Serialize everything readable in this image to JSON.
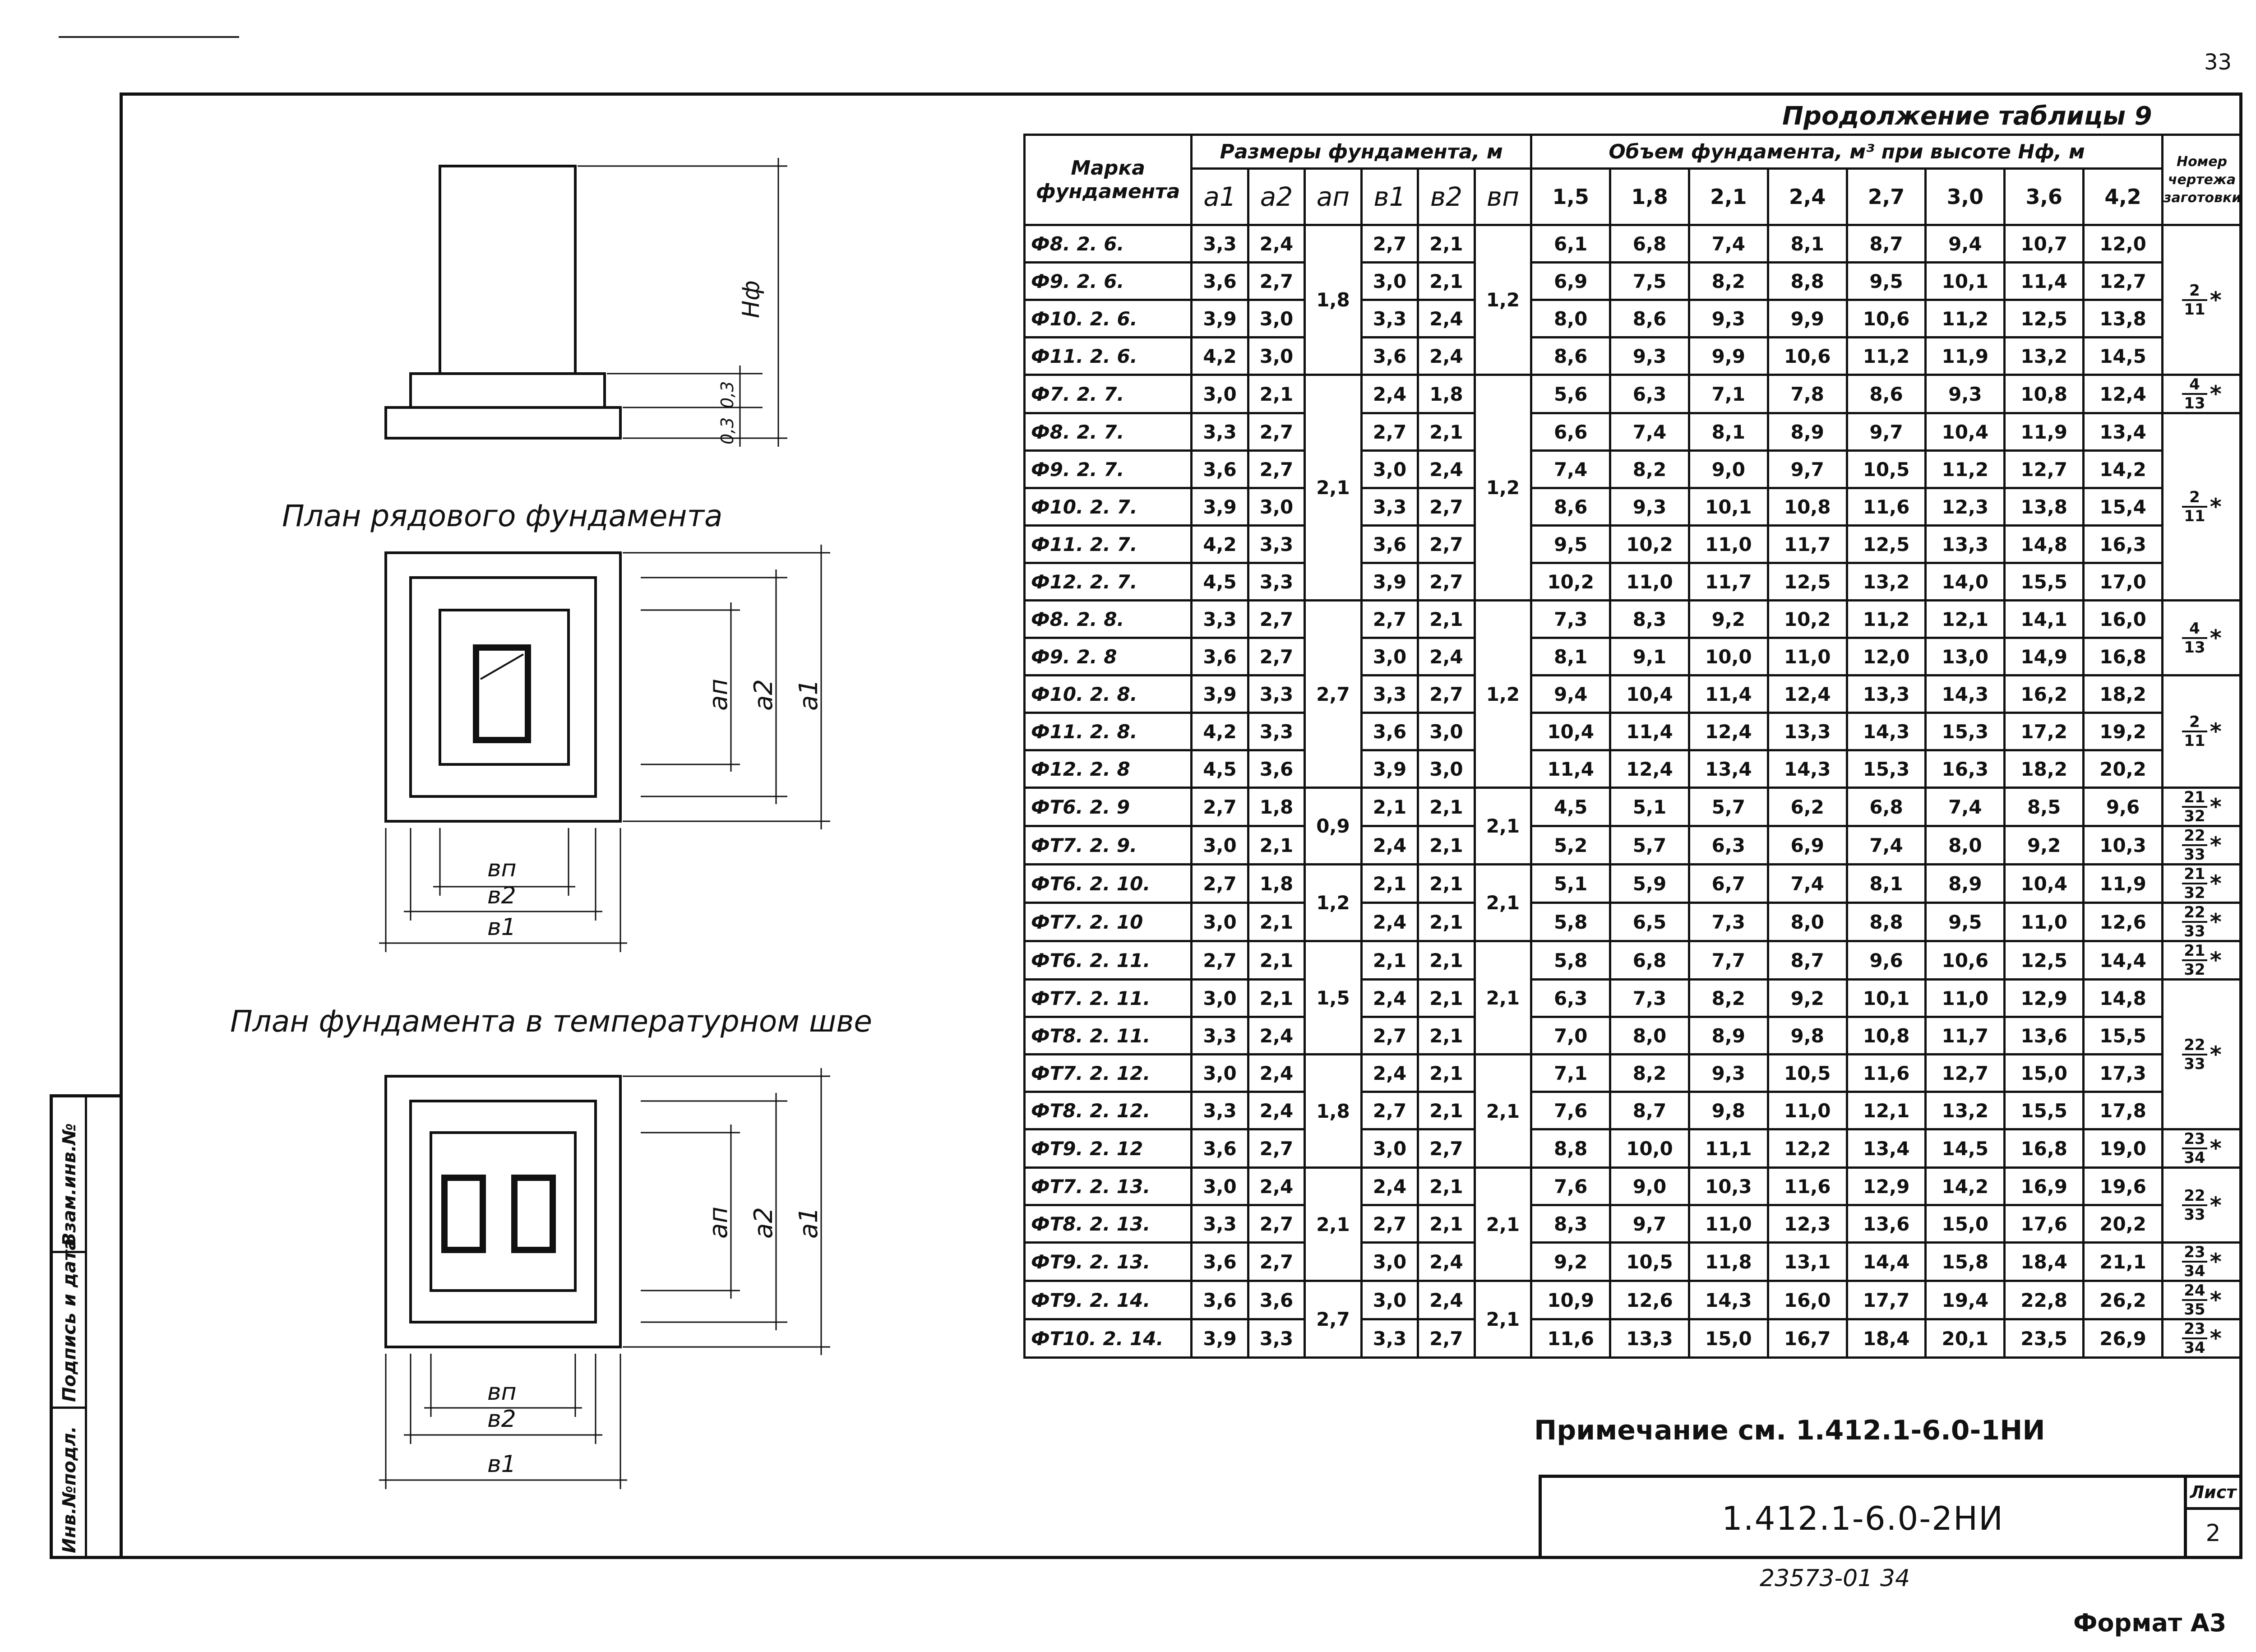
{
  "page_number": "33",
  "continuation_title": "Продолжение таблицы 9",
  "captions": {
    "plan_row": "План рядового фундамента",
    "plan_temp": "План фундамента в температурном шве"
  },
  "dims": {
    "hf": "Нф",
    "h03a": "0,3",
    "h03b": "0,3",
    "an": "aп",
    "a2": "a2",
    "a1": "a1",
    "bn": "вп",
    "b2": "в2",
    "b1": "в1"
  },
  "side_stamp": [
    "Инв.№подл.",
    "Подпись и дата",
    "Взам.инв.№"
  ],
  "table": {
    "h_mark": "Марка фундамента",
    "h_sizes": "Размеры фундамента, м",
    "h_volume": "Объем фундамента, м³ при высоте Нф, м",
    "h_drawing": "Номер чертежа заготовки",
    "size_cols": [
      "a1",
      "a2",
      "aп",
      "в1",
      "в2",
      "вп"
    ],
    "heights": [
      "1,5",
      "1,8",
      "2,1",
      "2,4",
      "2,7",
      "3,0",
      "3,6",
      "4,2"
    ],
    "rows": [
      {
        "m": "Ф8. 2. 6.",
        "a1": "3,3",
        "a2": "2,4",
        "b1": "2,7",
        "b2": "2,1",
        "v": [
          "6,1",
          "6,8",
          "7,4",
          "8,1",
          "8,7",
          "9,4",
          "10,7",
          "12,0"
        ]
      },
      {
        "m": "Ф9. 2. 6.",
        "a1": "3,6",
        "a2": "2,7",
        "b1": "3,0",
        "b2": "2,1",
        "v": [
          "6,9",
          "7,5",
          "8,2",
          "8,8",
          "9,5",
          "10,1",
          "11,4",
          "12,7"
        ]
      },
      {
        "m": "Ф10. 2. 6.",
        "a1": "3,9",
        "a2": "3,0",
        "b1": "3,3",
        "b2": "2,4",
        "v": [
          "8,0",
          "8,6",
          "9,3",
          "9,9",
          "10,6",
          "11,2",
          "12,5",
          "13,8"
        ]
      },
      {
        "m": "Ф11. 2. 6.",
        "a1": "4,2",
        "a2": "3,0",
        "b1": "3,6",
        "b2": "2,4",
        "v": [
          "8,6",
          "9,3",
          "9,9",
          "10,6",
          "11,2",
          "11,9",
          "13,2",
          "14,5"
        ]
      },
      {
        "m": "Ф7. 2. 7.",
        "a1": "3,0",
        "a2": "2,1",
        "b1": "2,4",
        "b2": "1,8",
        "v": [
          "5,6",
          "6,3",
          "7,1",
          "7,8",
          "8,6",
          "9,3",
          "10,8",
          "12,4"
        ]
      },
      {
        "m": "Ф8. 2. 7.",
        "a1": "3,3",
        "a2": "2,7",
        "b1": "2,7",
        "b2": "2,1",
        "v": [
          "6,6",
          "7,4",
          "8,1",
          "8,9",
          "9,7",
          "10,4",
          "11,9",
          "13,4"
        ]
      },
      {
        "m": "Ф9. 2. 7.",
        "a1": "3,6",
        "a2": "2,7",
        "b1": "3,0",
        "b2": "2,4",
        "v": [
          "7,4",
          "8,2",
          "9,0",
          "9,7",
          "10,5",
          "11,2",
          "12,7",
          "14,2"
        ]
      },
      {
        "m": "Ф10. 2. 7.",
        "a1": "3,9",
        "a2": "3,0",
        "b1": "3,3",
        "b2": "2,7",
        "v": [
          "8,6",
          "9,3",
          "10,1",
          "10,8",
          "11,6",
          "12,3",
          "13,8",
          "15,4"
        ]
      },
      {
        "m": "Ф11. 2. 7.",
        "a1": "4,2",
        "a2": "3,3",
        "b1": "3,6",
        "b2": "2,7",
        "v": [
          "9,5",
          "10,2",
          "11,0",
          "11,7",
          "12,5",
          "13,3",
          "14,8",
          "16,3"
        ]
      },
      {
        "m": "Ф12. 2. 7.",
        "a1": "4,5",
        "a2": "3,3",
        "b1": "3,9",
        "b2": "2,7",
        "v": [
          "10,2",
          "11,0",
          "11,7",
          "12,5",
          "13,2",
          "14,0",
          "15,5",
          "17,0"
        ]
      },
      {
        "m": "Ф8. 2. 8.",
        "a1": "3,3",
        "a2": "2,7",
        "b1": "2,7",
        "b2": "2,1",
        "v": [
          "7,3",
          "8,3",
          "9,2",
          "10,2",
          "11,2",
          "12,1",
          "14,1",
          "16,0"
        ]
      },
      {
        "m": "Ф9. 2. 8",
        "a1": "3,6",
        "a2": "2,7",
        "b1": "3,0",
        "b2": "2,4",
        "v": [
          "8,1",
          "9,1",
          "10,0",
          "11,0",
          "12,0",
          "13,0",
          "14,9",
          "16,8"
        ]
      },
      {
        "m": "Ф10. 2. 8.",
        "a1": "3,9",
        "a2": "3,3",
        "b1": "3,3",
        "b2": "2,7",
        "v": [
          "9,4",
          "10,4",
          "11,4",
          "12,4",
          "13,3",
          "14,3",
          "16,2",
          "18,2"
        ]
      },
      {
        "m": "Ф11. 2. 8.",
        "a1": "4,2",
        "a2": "3,3",
        "b1": "3,6",
        "b2": "3,0",
        "v": [
          "10,4",
          "11,4",
          "12,4",
          "13,3",
          "14,3",
          "15,3",
          "17,2",
          "19,2"
        ]
      },
      {
        "m": "Ф12. 2. 8",
        "a1": "4,5",
        "a2": "3,6",
        "b1": "3,9",
        "b2": "3,0",
        "v": [
          "11,4",
          "12,4",
          "13,4",
          "14,3",
          "15,3",
          "16,3",
          "18,2",
          "20,2"
        ]
      },
      {
        "m": "ФТ6. 2. 9",
        "a1": "2,7",
        "a2": "1,8",
        "b1": "2,1",
        "b2": "2,1",
        "v": [
          "4,5",
          "5,1",
          "5,7",
          "6,2",
          "6,8",
          "7,4",
          "8,5",
          "9,6"
        ]
      },
      {
        "m": "ФТ7. 2. 9.",
        "a1": "3,0",
        "a2": "2,1",
        "b1": "2,4",
        "b2": "2,1",
        "v": [
          "5,2",
          "5,7",
          "6,3",
          "6,9",
          "7,4",
          "8,0",
          "9,2",
          "10,3"
        ]
      },
      {
        "m": "ФТ6. 2. 10.",
        "a1": "2,7",
        "a2": "1,8",
        "b1": "2,1",
        "b2": "2,1",
        "v": [
          "5,1",
          "5,9",
          "6,7",
          "7,4",
          "8,1",
          "8,9",
          "10,4",
          "11,9"
        ]
      },
      {
        "m": "ФТ7. 2. 10",
        "a1": "3,0",
        "a2": "2,1",
        "b1": "2,4",
        "b2": "2,1",
        "v": [
          "5,8",
          "6,5",
          "7,3",
          "8,0",
          "8,8",
          "9,5",
          "11,0",
          "12,6"
        ]
      },
      {
        "m": "ФТ6. 2. 11.",
        "a1": "2,7",
        "a2": "2,1",
        "b1": "2,1",
        "b2": "2,1",
        "v": [
          "5,8",
          "6,8",
          "7,7",
          "8,7",
          "9,6",
          "10,6",
          "12,5",
          "14,4"
        ]
      },
      {
        "m": "ФТ7. 2. 11.",
        "a1": "3,0",
        "a2": "2,1",
        "b1": "2,4",
        "b2": "2,1",
        "v": [
          "6,3",
          "7,3",
          "8,2",
          "9,2",
          "10,1",
          "11,0",
          "12,9",
          "14,8"
        ]
      },
      {
        "m": "ФТ8. 2. 11.",
        "a1": "3,3",
        "a2": "2,4",
        "b1": "2,7",
        "b2": "2,1",
        "v": [
          "7,0",
          "8,0",
          "8,9",
          "9,8",
          "10,8",
          "11,7",
          "13,6",
          "15,5"
        ]
      },
      {
        "m": "ФТ7. 2. 12.",
        "a1": "3,0",
        "a2": "2,4",
        "b1": "2,4",
        "b2": "2,1",
        "v": [
          "7,1",
          "8,2",
          "9,3",
          "10,5",
          "11,6",
          "12,7",
          "15,0",
          "17,3"
        ]
      },
      {
        "m": "ФТ8. 2. 12.",
        "a1": "3,3",
        "a2": "2,4",
        "b1": "2,7",
        "b2": "2,1",
        "v": [
          "7,6",
          "8,7",
          "9,8",
          "11,0",
          "12,1",
          "13,2",
          "15,5",
          "17,8"
        ]
      },
      {
        "m": "ФТ9. 2. 12",
        "a1": "3,6",
        "a2": "2,7",
        "b1": "3,0",
        "b2": "2,7",
        "v": [
          "8,8",
          "10,0",
          "11,1",
          "12,2",
          "13,4",
          "14,5",
          "16,8",
          "19,0"
        ]
      },
      {
        "m": "ФТ7. 2. 13.",
        "a1": "3,0",
        "a2": "2,4",
        "b1": "2,4",
        "b2": "2,1",
        "v": [
          "7,6",
          "9,0",
          "10,3",
          "11,6",
          "12,9",
          "14,2",
          "16,9",
          "19,6"
        ]
      },
      {
        "m": "ФТ8. 2. 13.",
        "a1": "3,3",
        "a2": "2,7",
        "b1": "2,7",
        "b2": "2,1",
        "v": [
          "8,3",
          "9,7",
          "11,0",
          "12,3",
          "13,6",
          "15,0",
          "17,6",
          "20,2"
        ]
      },
      {
        "m": "ФТ9. 2. 13.",
        "a1": "3,6",
        "a2": "2,7",
        "b1": "3,0",
        "b2": "2,4",
        "v": [
          "9,2",
          "10,5",
          "11,8",
          "13,1",
          "14,4",
          "15,8",
          "18,4",
          "21,1"
        ]
      },
      {
        "m": "ФТ9. 2. 14.",
        "a1": "3,6",
        "a2": "3,6",
        "b1": "3,0",
        "b2": "2,4",
        "v": [
          "10,9",
          "12,6",
          "14,3",
          "16,0",
          "17,7",
          "19,4",
          "22,8",
          "26,2"
        ]
      },
      {
        "m": "ФТ10. 2. 14.",
        "a1": "3,9",
        "a2": "3,3",
        "b1": "3,3",
        "b2": "2,7",
        "v": [
          "11,6",
          "13,3",
          "15,0",
          "16,7",
          "18,4",
          "20,1",
          "23,5",
          "26,9"
        ]
      }
    ],
    "an_groups": [
      {
        "start": 0,
        "span": 4,
        "val": "1,8"
      },
      {
        "start": 4,
        "span": 6,
        "val": "2,1"
      },
      {
        "start": 10,
        "span": 5,
        "val": "2,7"
      },
      {
        "start": 15,
        "span": 2,
        "val": "0,9"
      },
      {
        "start": 17,
        "span": 2,
        "val": "1,2"
      },
      {
        "start": 19,
        "span": 3,
        "val": "1,5"
      },
      {
        "start": 22,
        "span": 3,
        "val": "1,8"
      },
      {
        "start": 25,
        "span": 3,
        "val": "2,1"
      },
      {
        "start": 28,
        "span": 2,
        "val": "2,7"
      }
    ],
    "bn_groups": [
      {
        "start": 0,
        "span": 4,
        "val": "1,2"
      },
      {
        "start": 4,
        "span": 6,
        "val": "1,2"
      },
      {
        "start": 10,
        "span": 5,
        "val": "1,2"
      },
      {
        "start": 15,
        "span": 2,
        "val": "2,1"
      },
      {
        "start": 17,
        "span": 2,
        "val": "2,1"
      },
      {
        "start": 19,
        "span": 3,
        "val": "2,1"
      },
      {
        "start": 22,
        "span": 3,
        "val": "2,1"
      },
      {
        "start": 25,
        "span": 3,
        "val": "2,1"
      },
      {
        "start": 28,
        "span": 2,
        "val": "2,1"
      }
    ],
    "draw_groups": [
      {
        "start": 0,
        "span": 4,
        "num": "2",
        "den": "11",
        "star": "*"
      },
      {
        "start": 4,
        "span": 1,
        "num": "4",
        "den": "13",
        "star": "*"
      },
      {
        "start": 5,
        "span": 5,
        "num": "2",
        "den": "11",
        "star": "*"
      },
      {
        "start": 10,
        "span": 2,
        "num": "4",
        "den": "13",
        "star": "*"
      },
      {
        "start": 12,
        "span": 3,
        "num": "2",
        "den": "11",
        "star": "*"
      },
      {
        "start": 15,
        "span": 1,
        "num": "21",
        "den": "32",
        "star": "*"
      },
      {
        "start": 16,
        "span": 1,
        "num": "22",
        "den": "33",
        "star": "*"
      },
      {
        "start": 17,
        "span": 1,
        "num": "21",
        "den": "32",
        "star": "*"
      },
      {
        "start": 18,
        "span": 1,
        "num": "22",
        "den": "33",
        "star": "*"
      },
      {
        "start": 19,
        "span": 1,
        "num": "21",
        "den": "32",
        "star": "*"
      },
      {
        "start": 20,
        "span": 4,
        "num": "22",
        "den": "33",
        "star": "*"
      },
      {
        "start": 24,
        "span": 1,
        "num": "23",
        "den": "34",
        "star": "*"
      },
      {
        "start": 25,
        "span": 2,
        "num": "22",
        "den": "33",
        "star": "*"
      },
      {
        "start": 27,
        "span": 1,
        "num": "23",
        "den": "34",
        "star": "*"
      },
      {
        "start": 28,
        "span": 1,
        "num": "24",
        "den": "35",
        "star": "*"
      },
      {
        "start": 29,
        "span": 1,
        "num": "23",
        "den": "34",
        "star": "*"
      }
    ]
  },
  "note": "Примечание см. 1.412.1-6.0-1НИ",
  "stamp": {
    "code": "1.412.1-6.0-2НИ",
    "sheet_label": "Лист",
    "sheet_number": "2"
  },
  "inventory": "23573-01   34",
  "format": "Формат А3"
}
